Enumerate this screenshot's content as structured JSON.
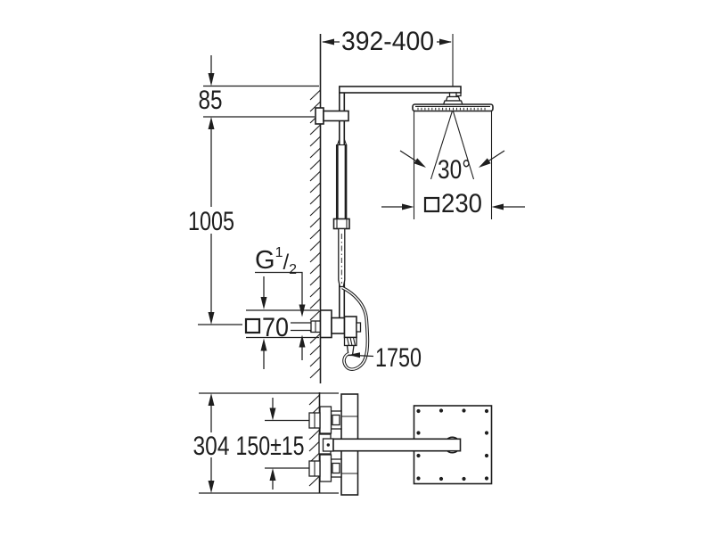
{
  "drawing": {
    "title": "Shower system installation dimension drawing",
    "dimensions": {
      "arm_reach": "392-400",
      "arm_drop": "85",
      "pipe_height": "1005",
      "spray_angle": "30°",
      "head_size": "230",
      "thread_label": {
        "prefix": "G",
        "numerator": "1",
        "slash": "/",
        "denominator": "2"
      },
      "escutcheon_size": "70",
      "hose_length": "1750",
      "rough_in_height": "304",
      "inlet_spacing": "150±15"
    }
  }
}
